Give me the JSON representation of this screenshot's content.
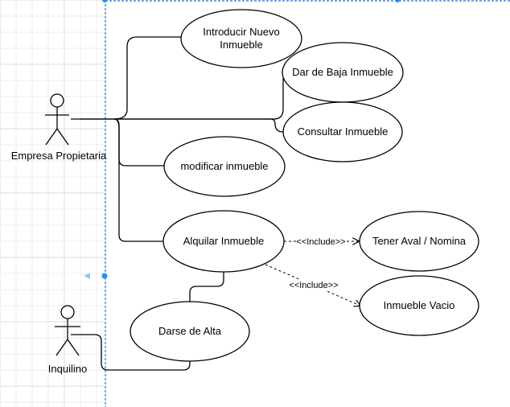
{
  "diagram": {
    "actors": [
      {
        "id": "empresa",
        "label": "Empresa Propietaria"
      },
      {
        "id": "inquilino",
        "label": "Inquilino"
      }
    ],
    "use_cases": [
      {
        "id": "introducir",
        "lines": [
          "Introducir Nuevo",
          "Inmueble"
        ]
      },
      {
        "id": "baja",
        "lines": [
          "Dar de Baja Inmueble"
        ]
      },
      {
        "id": "consultar",
        "lines": [
          "Consultar Inmueble"
        ]
      },
      {
        "id": "modificar",
        "lines": [
          "modificar inmueble"
        ]
      },
      {
        "id": "alquilar",
        "lines": [
          "Alquilar Inmueble"
        ]
      },
      {
        "id": "alta",
        "lines": [
          "Darse de Alta"
        ]
      },
      {
        "id": "aval",
        "lines": [
          "Tener Aval / Nomina"
        ]
      },
      {
        "id": "vacio",
        "lines": [
          "Inmueble Vacio"
        ]
      }
    ],
    "relations": [
      {
        "from": "empresa",
        "to": "introducir",
        "type": "association"
      },
      {
        "from": "empresa",
        "to": "baja",
        "type": "association"
      },
      {
        "from": "empresa",
        "to": "consultar",
        "type": "association"
      },
      {
        "from": "empresa",
        "to": "modificar",
        "type": "association"
      },
      {
        "from": "empresa",
        "to": "alquilar",
        "type": "association"
      },
      {
        "from": "alquilar",
        "to": "alta",
        "type": "association"
      },
      {
        "from": "inquilino",
        "to": "alta",
        "type": "association"
      },
      {
        "from": "alquilar",
        "to": "aval",
        "type": "include",
        "label": "<<Include>>"
      },
      {
        "from": "alquilar",
        "to": "vacio",
        "type": "include",
        "label": "<<Include>>"
      }
    ],
    "colors": {
      "line": "#000000",
      "selection_guide": "#1e6fd9",
      "grid": "#ececec"
    }
  }
}
